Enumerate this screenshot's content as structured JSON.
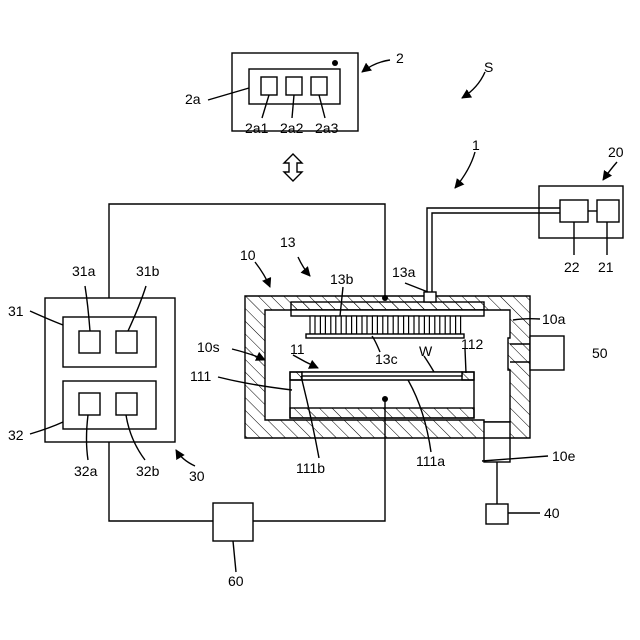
{
  "labels": {
    "system": "S",
    "apparatus": "1",
    "host": "2",
    "host_module": "2a",
    "host_sub1": "2a1",
    "host_sub2": "2a2",
    "host_sub3": "2a3",
    "chamber": "10",
    "chamber_side": "10a",
    "chamber_space": "10s",
    "exhaust_pipe": "10e",
    "stage": "11",
    "stage_body": "111",
    "stage_surface": "111a",
    "stage_edge": "111b",
    "stage_ring": "112",
    "showerhead": "13",
    "gas_inlet": "13a",
    "diffuser": "13b",
    "holes": "13c",
    "wafer": "W",
    "gas_supply": "20",
    "gas_source_a": "21",
    "gas_source_b": "22",
    "controller": "30",
    "ctrl_unit1": "31",
    "ctrl_unit1a": "31a",
    "ctrl_unit1b": "31b",
    "ctrl_unit2": "32",
    "ctrl_unit2a": "32a",
    "ctrl_unit2b": "32b",
    "exhaust_device": "40",
    "side_unit": "50",
    "power_unit": "60"
  }
}
